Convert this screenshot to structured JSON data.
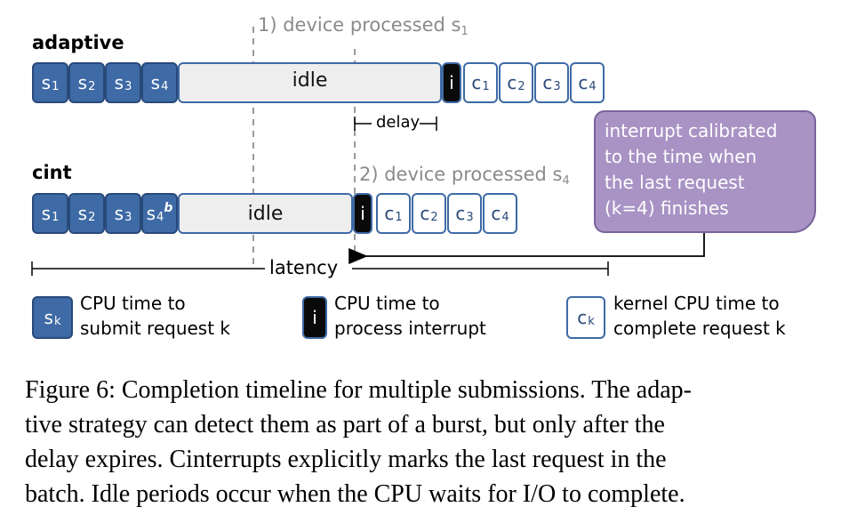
{
  "rows": {
    "adaptive": {
      "title": "adaptive",
      "blocks": [
        {
          "kind": "s",
          "base": "s",
          "sub": "1"
        },
        {
          "kind": "s",
          "base": "s",
          "sub": "2"
        },
        {
          "kind": "s",
          "base": "s",
          "sub": "3"
        },
        {
          "kind": "s",
          "base": "s",
          "sub": "4"
        },
        {
          "kind": "idle",
          "label": "idle"
        },
        {
          "kind": "i",
          "label": "i"
        },
        {
          "kind": "c",
          "base": "c",
          "sub": "1"
        },
        {
          "kind": "c",
          "base": "c",
          "sub": "2"
        },
        {
          "kind": "c",
          "base": "c",
          "sub": "3"
        },
        {
          "kind": "c",
          "base": "c",
          "sub": "4"
        }
      ]
    },
    "cint": {
      "title": "cint",
      "blocks": [
        {
          "kind": "s",
          "base": "s",
          "sub": "1"
        },
        {
          "kind": "s",
          "base": "s",
          "sub": "2"
        },
        {
          "kind": "s",
          "base": "s",
          "sub": "3"
        },
        {
          "kind": "s",
          "base": "s",
          "sub": "4",
          "sup": "b"
        },
        {
          "kind": "idle",
          "label": "idle"
        },
        {
          "kind": "i",
          "label": "i"
        },
        {
          "kind": "c",
          "base": "c",
          "sub": "1"
        },
        {
          "kind": "c",
          "base": "c",
          "sub": "2"
        },
        {
          "kind": "c",
          "base": "c",
          "sub": "3"
        },
        {
          "kind": "c",
          "base": "c",
          "sub": "4"
        }
      ]
    }
  },
  "annotations": {
    "device1": {
      "text": "1) device processed s",
      "sub": "1"
    },
    "device2": {
      "text": "2) device processed s",
      "sub": "4"
    },
    "delay": "delay",
    "latency": "latency"
  },
  "callout": {
    "lines": [
      "interrupt calibrated",
      "to the time when",
      "the last request",
      "(k=4) finishes"
    ]
  },
  "legend": [
    {
      "kind": "s",
      "base": "s",
      "sub": "k",
      "lines": [
        "CPU time to",
        "submit request k"
      ]
    },
    {
      "kind": "i",
      "label": "i",
      "lines": [
        "CPU time to",
        "process interrupt"
      ]
    },
    {
      "kind": "c",
      "base": "c",
      "sub": "k",
      "lines": [
        "kernel CPU time to",
        "complete request k"
      ]
    }
  ],
  "caption": {
    "lines": [
      "Figure 6: Completion timeline for multiple submissions. The adap-",
      "tive strategy can detect them as part of a burst, but only after the",
      "delay expires. Cinterrupts explicitly marks the last request in the",
      "batch. Idle periods occur when the CPU waits for I/O to complete."
    ]
  },
  "colors": {
    "cpu_block": "#3e6aa5",
    "interrupt_block": "#0a0a0a",
    "idle_block": "#eeeeee",
    "callout": "#a893c4",
    "annotation_grey": "#8a8a8a"
  }
}
